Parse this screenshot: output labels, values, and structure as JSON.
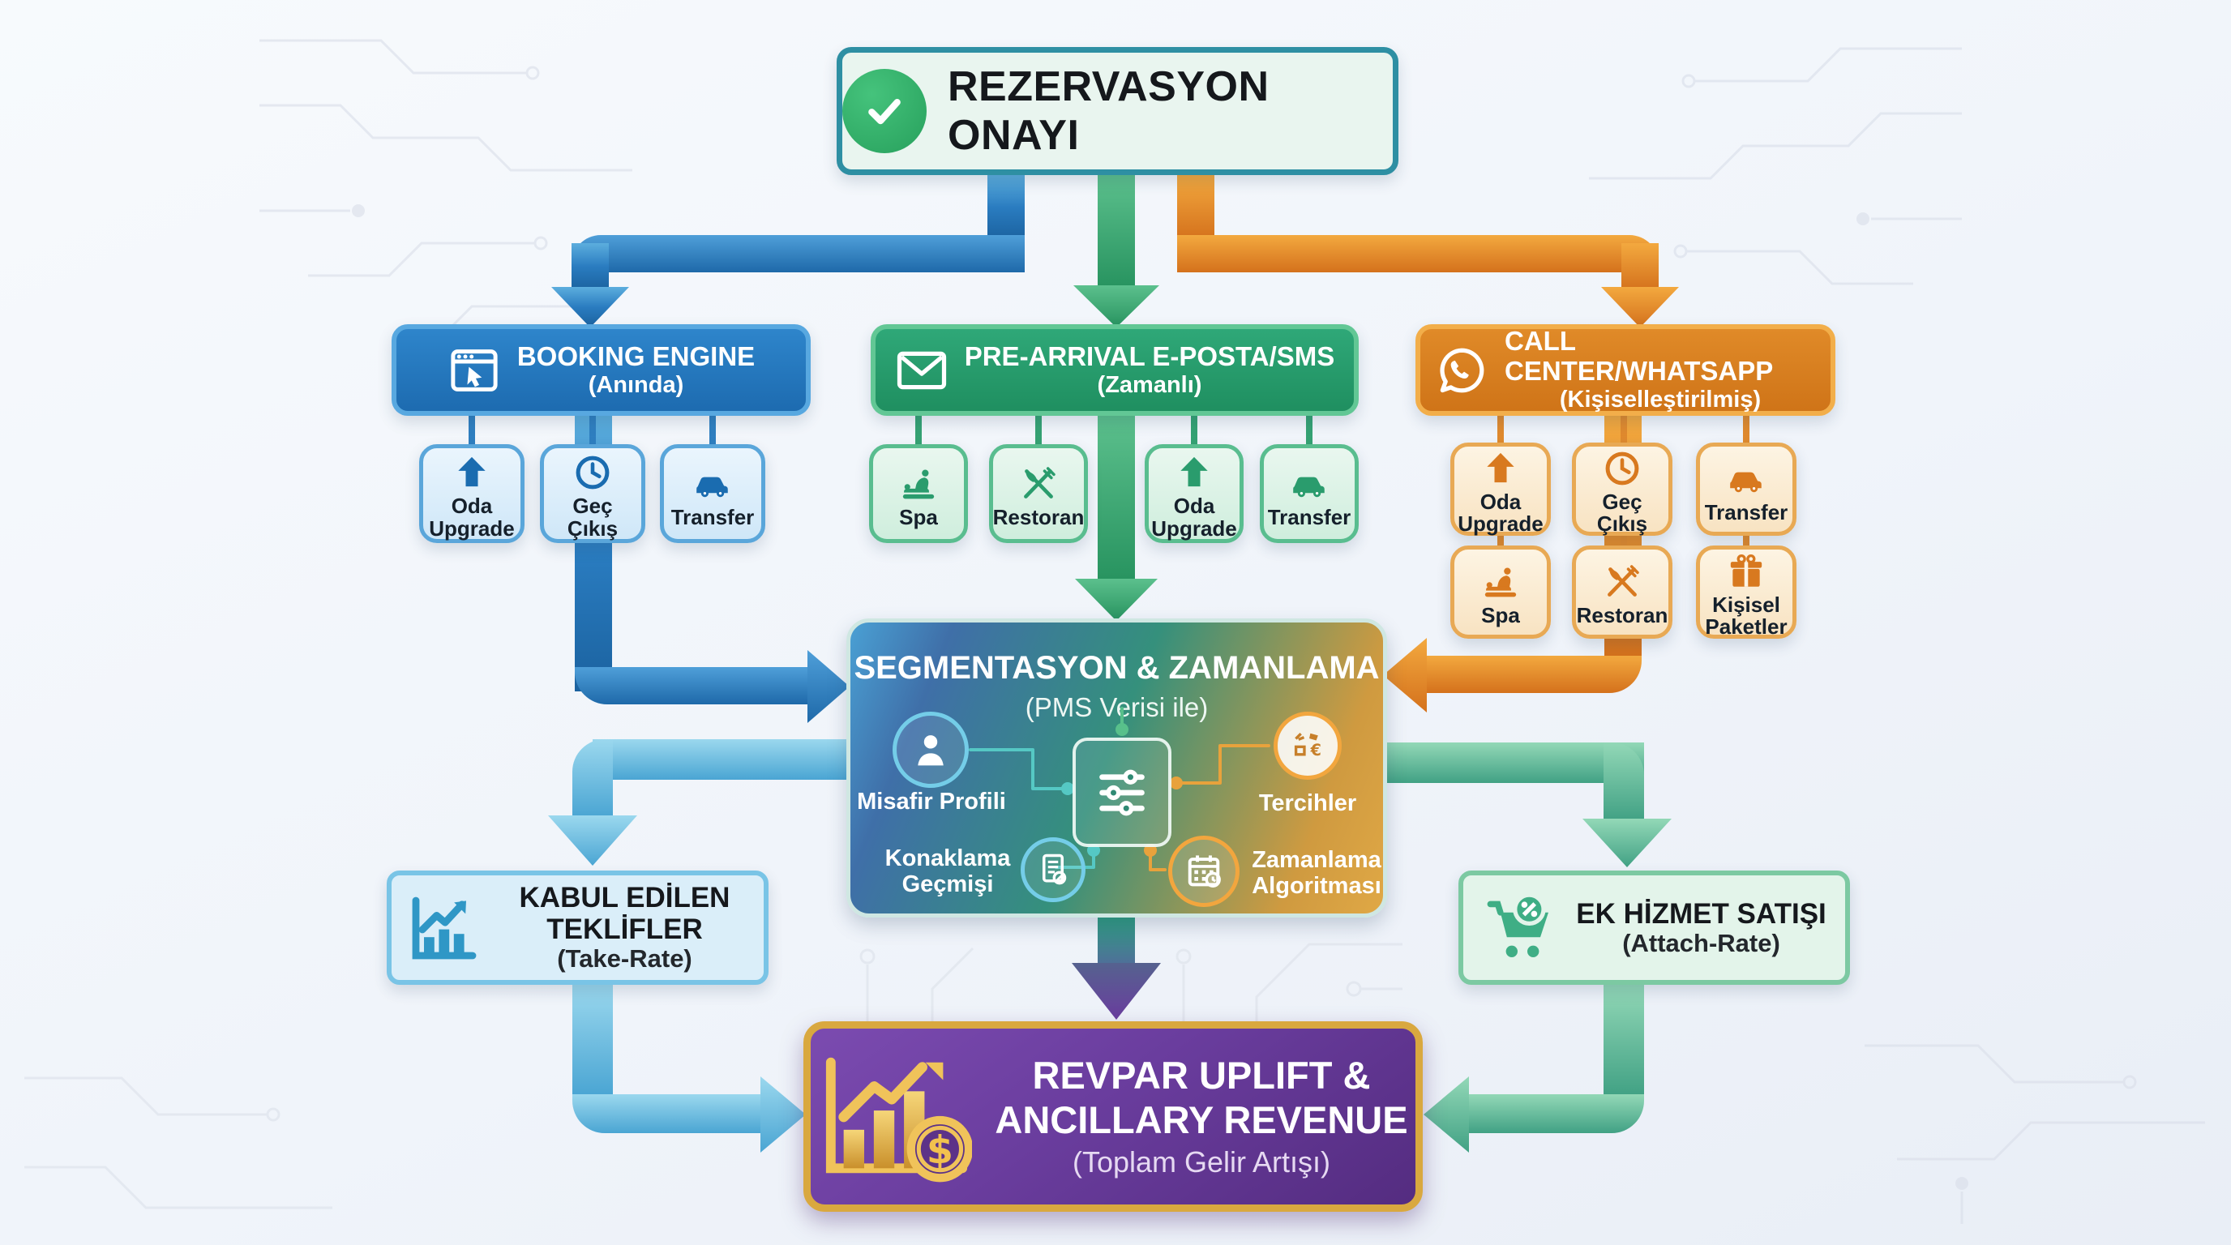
{
  "header": {
    "title": "REZERVASYON ONAYI"
  },
  "branches": {
    "booking": {
      "title": "BOOKING ENGINE",
      "subtitle": "(Anında)",
      "items": [
        {
          "label": "Oda Upgrade"
        },
        {
          "label": "Geç Çıkış"
        },
        {
          "label": "Transfer"
        }
      ]
    },
    "preArrival": {
      "title": "PRE-ARRIVAL E-POSTA/SMS",
      "subtitle": "(Zamanlı)",
      "items": [
        {
          "label": "Spa"
        },
        {
          "label": "Restoran"
        },
        {
          "label": "Oda Upgrade"
        },
        {
          "label": "Transfer"
        }
      ]
    },
    "callCenter": {
      "title": "CALL CENTER/WHATSAPP",
      "subtitle": "(Kişiselleştirilmiş)",
      "items": [
        {
          "label": "Oda Upgrade"
        },
        {
          "label": "Geç Çıkış"
        },
        {
          "label": "Transfer"
        },
        {
          "label": "Spa"
        },
        {
          "label": "Restoran"
        },
        {
          "label": "Kişisel Paketler"
        }
      ]
    }
  },
  "segmentation": {
    "title": "SEGMENTASYON & ZAMANLAMA",
    "subtitle": "(PMS Verisi ile)",
    "nodes": {
      "guestProfile": "Misafir Profili",
      "stayHistory": "Konaklama Geçmişi",
      "preferences": "Tercihler",
      "timingAlgorithm": "Zamanlama Algoritması"
    }
  },
  "takeRate": {
    "title": "KABUL EDİLEN TEKLİFLER",
    "subtitle": "(Take-Rate)"
  },
  "attachRate": {
    "title": "EK HİZMET SATIŞI",
    "subtitle": "(Attach-Rate)"
  },
  "outcome": {
    "line1": "REVPAR UPLIFT &",
    "line2": "ANCILLARY REVENUE",
    "subtitle": "(Toplam Gelir Artışı)"
  },
  "colors": {
    "blue": "#2277bd",
    "green": "#2aa172",
    "orange": "#e0841f",
    "lightBlue": "#56b6dd",
    "lightGreen": "#4db391",
    "purple": "#6a3d9e",
    "gold": "#d9a83f",
    "tealBorder": "#2e8fa3"
  }
}
